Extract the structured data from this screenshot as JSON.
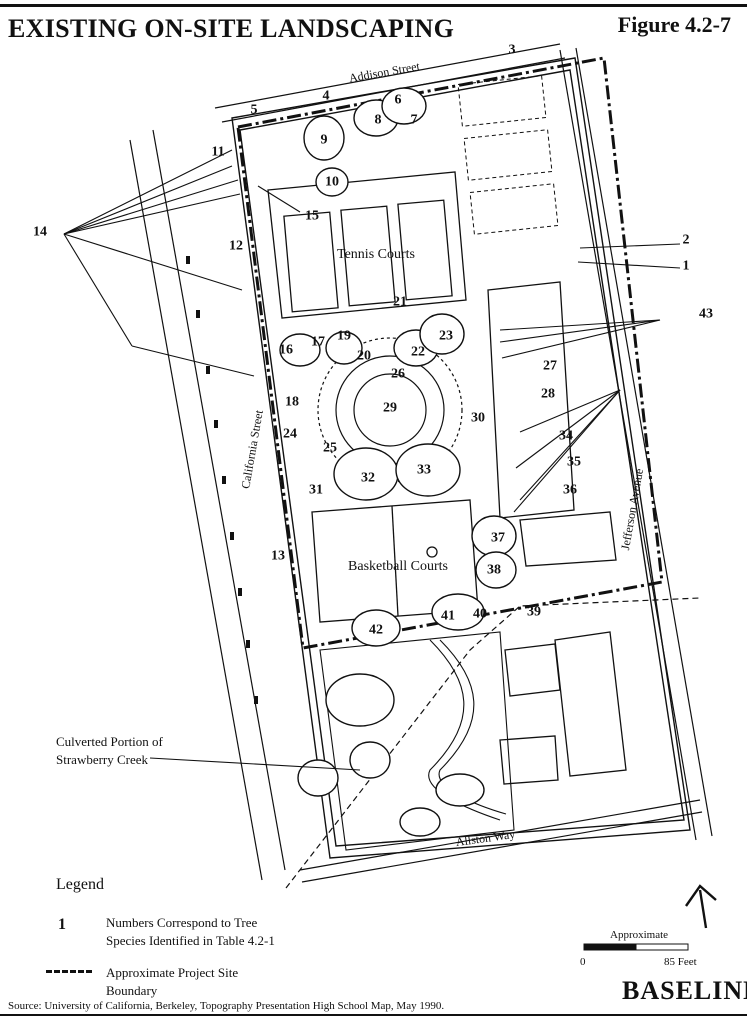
{
  "header": {
    "title": "EXISTING ON-SITE LANDSCAPING",
    "figure": "Figure 4.2-7"
  },
  "streets": {
    "addison": "Addison Street",
    "california": "California Street",
    "jefferson": "Jefferson Avenue",
    "allston": "Allston Way"
  },
  "areas": {
    "tennis": "Tennis Courts",
    "basketball": "Basketball Courts",
    "creek_line1": "Culverted Portion of",
    "creek_line2": "Strawberry Creek"
  },
  "trees": [
    "1",
    "2",
    "3",
    "4",
    "5",
    "6",
    "7",
    "8",
    "9",
    "10",
    "11",
    "12",
    "13",
    "14",
    "15",
    "16",
    "17",
    "18",
    "19",
    "20",
    "21",
    "22",
    "23",
    "24",
    "25",
    "26",
    "27",
    "28",
    "29",
    "30",
    "31",
    "32",
    "33",
    "34",
    "35",
    "36",
    "37",
    "38",
    "39",
    "40",
    "41",
    "42",
    "43"
  ],
  "legend": {
    "title": "Legend",
    "number_sample": "1",
    "number_desc_line1": "Numbers Correspond to Tree",
    "number_desc_line2": "Species Identified in Table 4.2-1",
    "boundary_desc_line1": "Approximate Project Site",
    "boundary_desc_line2": "Boundary"
  },
  "scale": {
    "label": "Approximate",
    "min": "0",
    "max": "85 Feet"
  },
  "source": "Source: University of California, Berkeley, Topography Presentation High School Map, May 1990.",
  "logo": "BASELINE",
  "icons": [
    "north-arrow-icon"
  ]
}
